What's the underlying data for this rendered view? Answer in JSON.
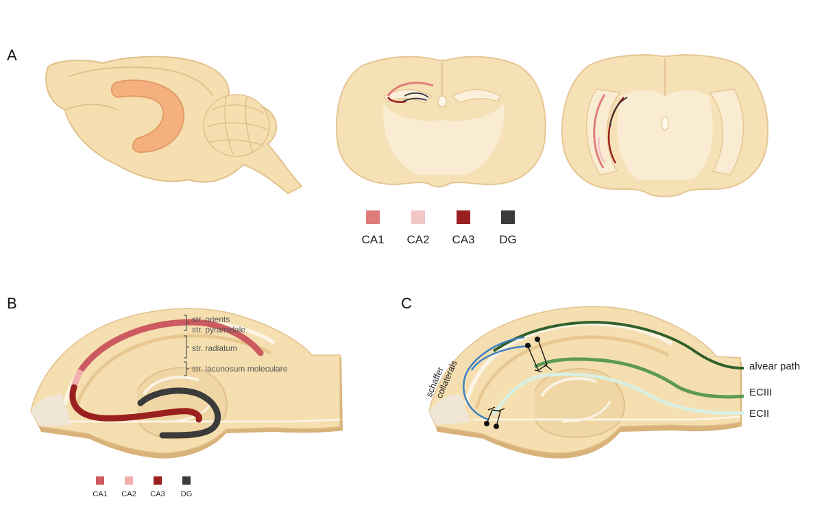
{
  "panels": {
    "a": {
      "letter": "A"
    },
    "b": {
      "letter": "B"
    },
    "c": {
      "letter": "C"
    }
  },
  "legend_a": [
    {
      "label": "CA1",
      "color": "#e07b7b"
    },
    {
      "label": "CA2",
      "color": "#f2c6c6"
    },
    {
      "label": "CA3",
      "color": "#9a1f1f"
    },
    {
      "label": "DG",
      "color": "#3b3b3b"
    }
  ],
  "legend_b": [
    {
      "label": "CA1",
      "color": "#cc5a60"
    },
    {
      "label": "CA2",
      "color": "#f0b0b0"
    },
    {
      "label": "CA3",
      "color": "#9a1f1f"
    },
    {
      "label": "DG",
      "color": "#3b3b3b"
    }
  ],
  "layers_b": {
    "orients": "str. orients",
    "pyramidale": "str. pyramidale",
    "radiatum": "str. radiatum",
    "lacunosum": "str. lacunosum moleculare"
  },
  "paths_c": {
    "schaffer_line1": "schaffer",
    "schaffer_line2": "collaterals",
    "alvear": "alvear path",
    "eciii": "ECIII",
    "ecii": "ECII"
  },
  "colors": {
    "tissue": "#f5dfb0",
    "tissue_edge": "#d9b27a",
    "pale_section": "#f9ecd2",
    "hippo_sagittal": "#f4b07e",
    "alvear_green": "#2f5f2a",
    "eciii_green": "#5d9a52",
    "ecii_mint": "#d8efe2",
    "schaffer_blue": "#3c7fc0"
  }
}
